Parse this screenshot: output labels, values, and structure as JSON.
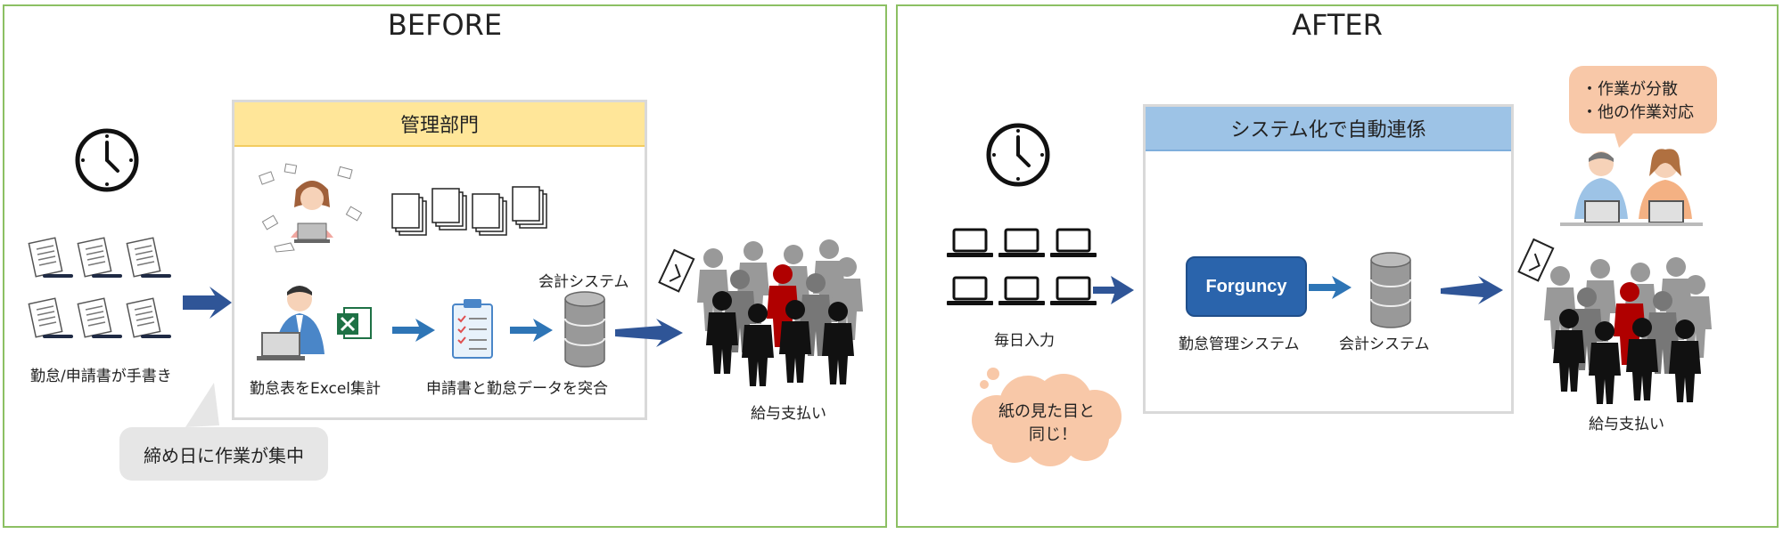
{
  "before": {
    "title": "BEFORE",
    "handwritten_label": "勤怠/申請書が手書き",
    "admin_header": "管理部門",
    "excel_label": "勤怠表をExcel集計",
    "reconcile_label": "申請書と勤怠データを突合",
    "accounting_label": "会計システム",
    "payroll_label": "給与支払い",
    "bubble_text": "締め日に作業が集中"
  },
  "after": {
    "title": "AFTER",
    "daily_input_label": "毎日入力",
    "system_header": "システム化で自動連係",
    "forguncy_button": "Forguncy",
    "attendance_system_label": "勤怠管理システム",
    "accounting_label": "会計システム",
    "payroll_label": "給与支払い",
    "cloud_line1": "紙の見た目と",
    "cloud_line2": "同じ！",
    "bubble_line1": "・作業が分散",
    "bubble_line2": "・他の作業対応"
  },
  "colors": {
    "panel_border": "#8cc063",
    "admin_header_bg": "#ffe699",
    "system_header_bg": "#9dc3e6",
    "arrow_blue": "#2f5597",
    "forguncy_blue": "#2a64ac",
    "peach": "#f8c8a8",
    "person_red": "#b00000"
  },
  "icons": [
    "clock-icon",
    "document-icon",
    "worried-person-icon",
    "paper-stack-icon",
    "office-worker-icon",
    "excel-icon",
    "clipboard-icon",
    "database-icon",
    "pay-envelope-icon",
    "crowd-icon",
    "laptop-icon",
    "cloud-bubble-icon",
    "two-workers-icon"
  ]
}
